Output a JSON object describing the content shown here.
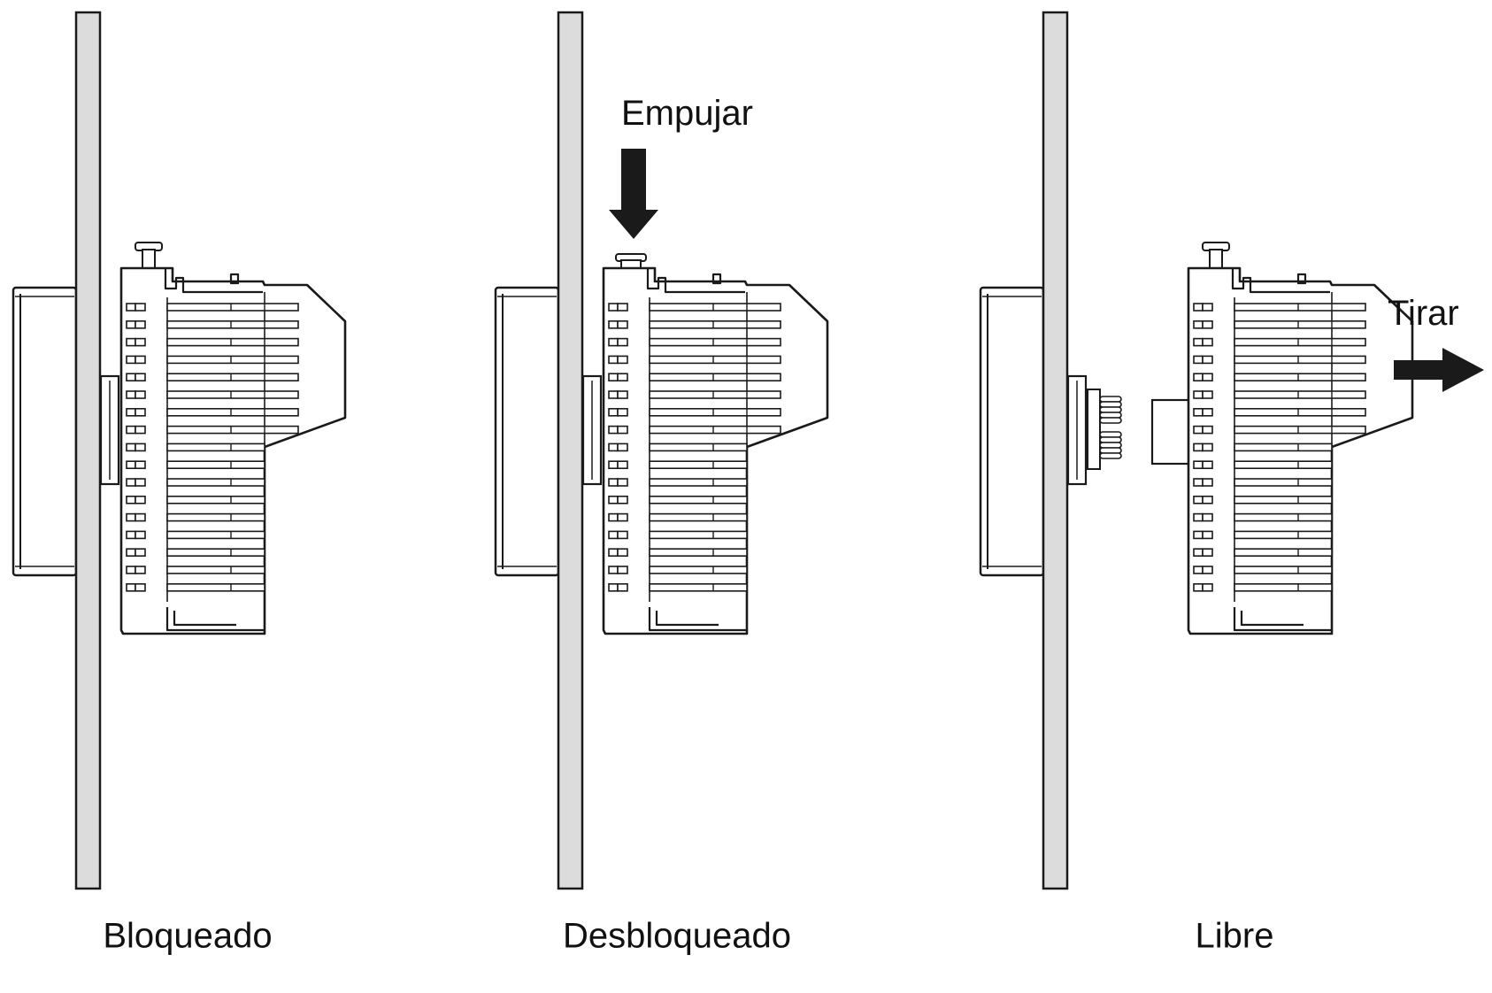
{
  "panels": [
    {
      "caption": "Bloqueado"
    },
    {
      "caption": "Desbloqueado",
      "action": "Empujar",
      "action_direction": "down"
    },
    {
      "caption": "Libre",
      "action": "Tirar",
      "action_direction": "right"
    }
  ],
  "colors": {
    "line": "#1a1a1a",
    "wall_fill": "#dcdcdc",
    "background": "#ffffff"
  }
}
